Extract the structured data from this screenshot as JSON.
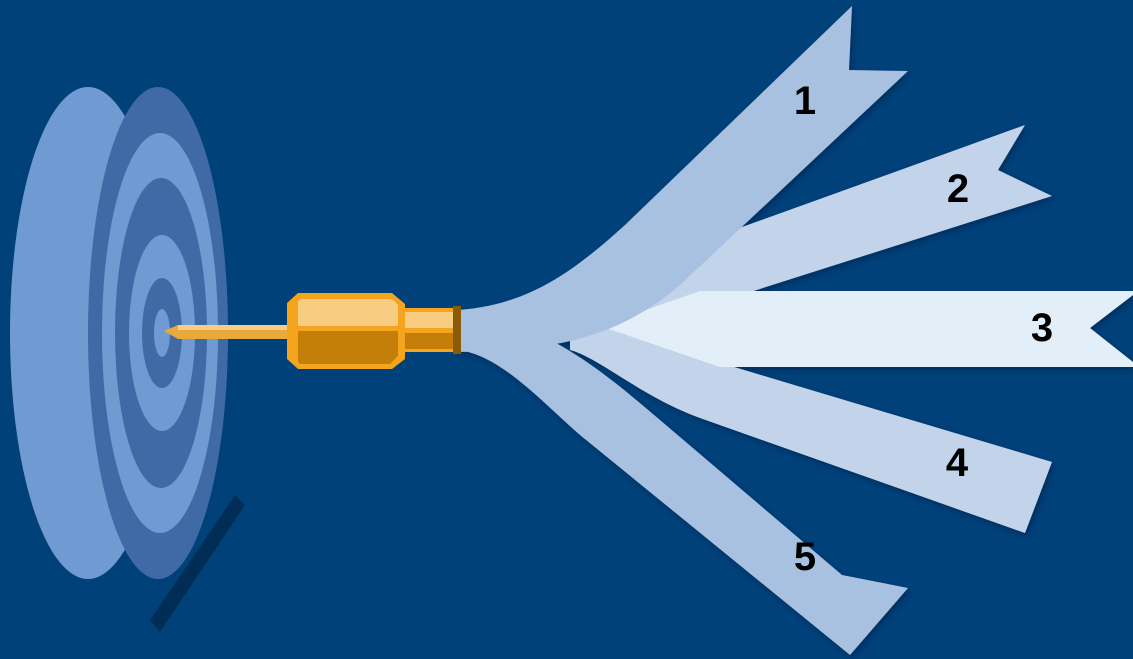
{
  "background_color": "#00417a",
  "colors": {
    "target_outer": "#6f9bd2",
    "target_dark": "#3f6aa6",
    "dart_gold": "#f4a51d",
    "dart_gold_light": "#f8cd82",
    "dart_gold_dark": "#c47f08",
    "ribbon_dark": "#a8c1e1",
    "ribbon_mid": "#c3d4ea",
    "ribbon_light": "#e3eff8"
  },
  "icons": {
    "target": "target-icon",
    "dart": "dart-icon"
  },
  "steps": [
    {
      "label": "1"
    },
    {
      "label": "2"
    },
    {
      "label": "3"
    },
    {
      "label": "4"
    },
    {
      "label": "5"
    }
  ]
}
